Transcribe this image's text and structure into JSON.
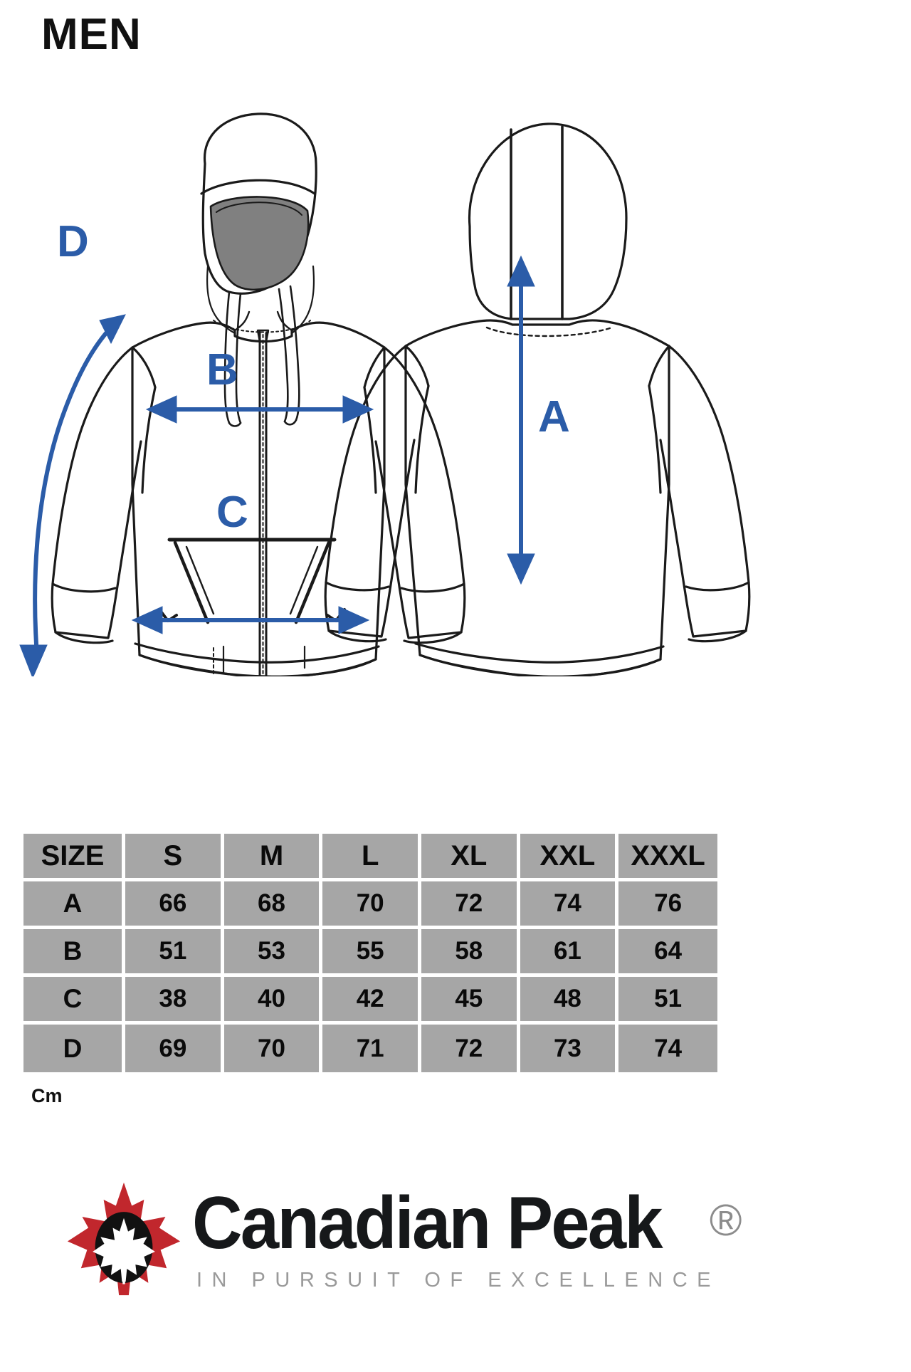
{
  "page": {
    "title": "MEN",
    "unit_label": "Cm",
    "background_color": "#FFFFFF"
  },
  "colors": {
    "measure_blue": "#2B5CA8",
    "table_cell_gray": "#A6A6A6",
    "table_gridline": "#FFFFFF",
    "hood_lining_gray": "#808080",
    "garment_outline": "#1A1A1A",
    "leaf_red": "#C1272D",
    "logo_black": "#16181A",
    "tagline_gray": "#9A9A9A",
    "registered_gray": "#8C8C8C"
  },
  "illustration": {
    "front_view_label": "front-view-hooded-jacket",
    "back_view_label": "back-view-hooded-jacket",
    "measure_labels": [
      {
        "key": "A",
        "label": "A",
        "description": "back length, top of hood seam to hem",
        "view": "back",
        "arrow": "vertical-double"
      },
      {
        "key": "B",
        "label": "B",
        "description": "chest width",
        "view": "front",
        "arrow": "horizontal-double"
      },
      {
        "key": "C",
        "label": "C",
        "description": "hem width",
        "view": "front",
        "arrow": "horizontal-double"
      },
      {
        "key": "D",
        "label": "D",
        "description": "sleeve length",
        "view": "front",
        "arrow": "curved-double"
      }
    ]
  },
  "size_table": {
    "columns": [
      "SIZE",
      "S",
      "M",
      "L",
      "XL",
      "XXL",
      "XXXL"
    ],
    "rows": [
      {
        "label": "A",
        "values": [
          "66",
          "68",
          "70",
          "72",
          "74",
          "76"
        ]
      },
      {
        "label": "B",
        "values": [
          "51",
          "53",
          "55",
          "58",
          "61",
          "64"
        ]
      },
      {
        "label": "C",
        "values": [
          "38",
          "40",
          "42",
          "45",
          "48",
          "51"
        ]
      },
      {
        "label": "D",
        "values": [
          "69",
          "70",
          "71",
          "72",
          "73",
          "74"
        ]
      }
    ]
  },
  "chart_data": {
    "type": "table",
    "title": "MEN size chart",
    "unit": "Cm",
    "categories": [
      "S",
      "M",
      "L",
      "XL",
      "XXL",
      "XXXL"
    ],
    "series": [
      {
        "name": "A",
        "values": [
          66,
          68,
          70,
          72,
          74,
          76
        ]
      },
      {
        "name": "B",
        "values": [
          51,
          53,
          55,
          58,
          61,
          64
        ]
      },
      {
        "name": "C",
        "values": [
          38,
          40,
          42,
          45,
          48,
          51
        ]
      },
      {
        "name": "D",
        "values": [
          69,
          70,
          71,
          72,
          73,
          74
        ]
      }
    ],
    "xlabel": "SIZE",
    "ylabel": "Cm"
  },
  "logo": {
    "brand_word_1": "Canadian",
    "brand_word_2": "Peak",
    "registered_symbol": "®",
    "tagline": "IN PURSUIT OF EXCELLENCE",
    "mark_name": "maple-leaf-logo"
  }
}
